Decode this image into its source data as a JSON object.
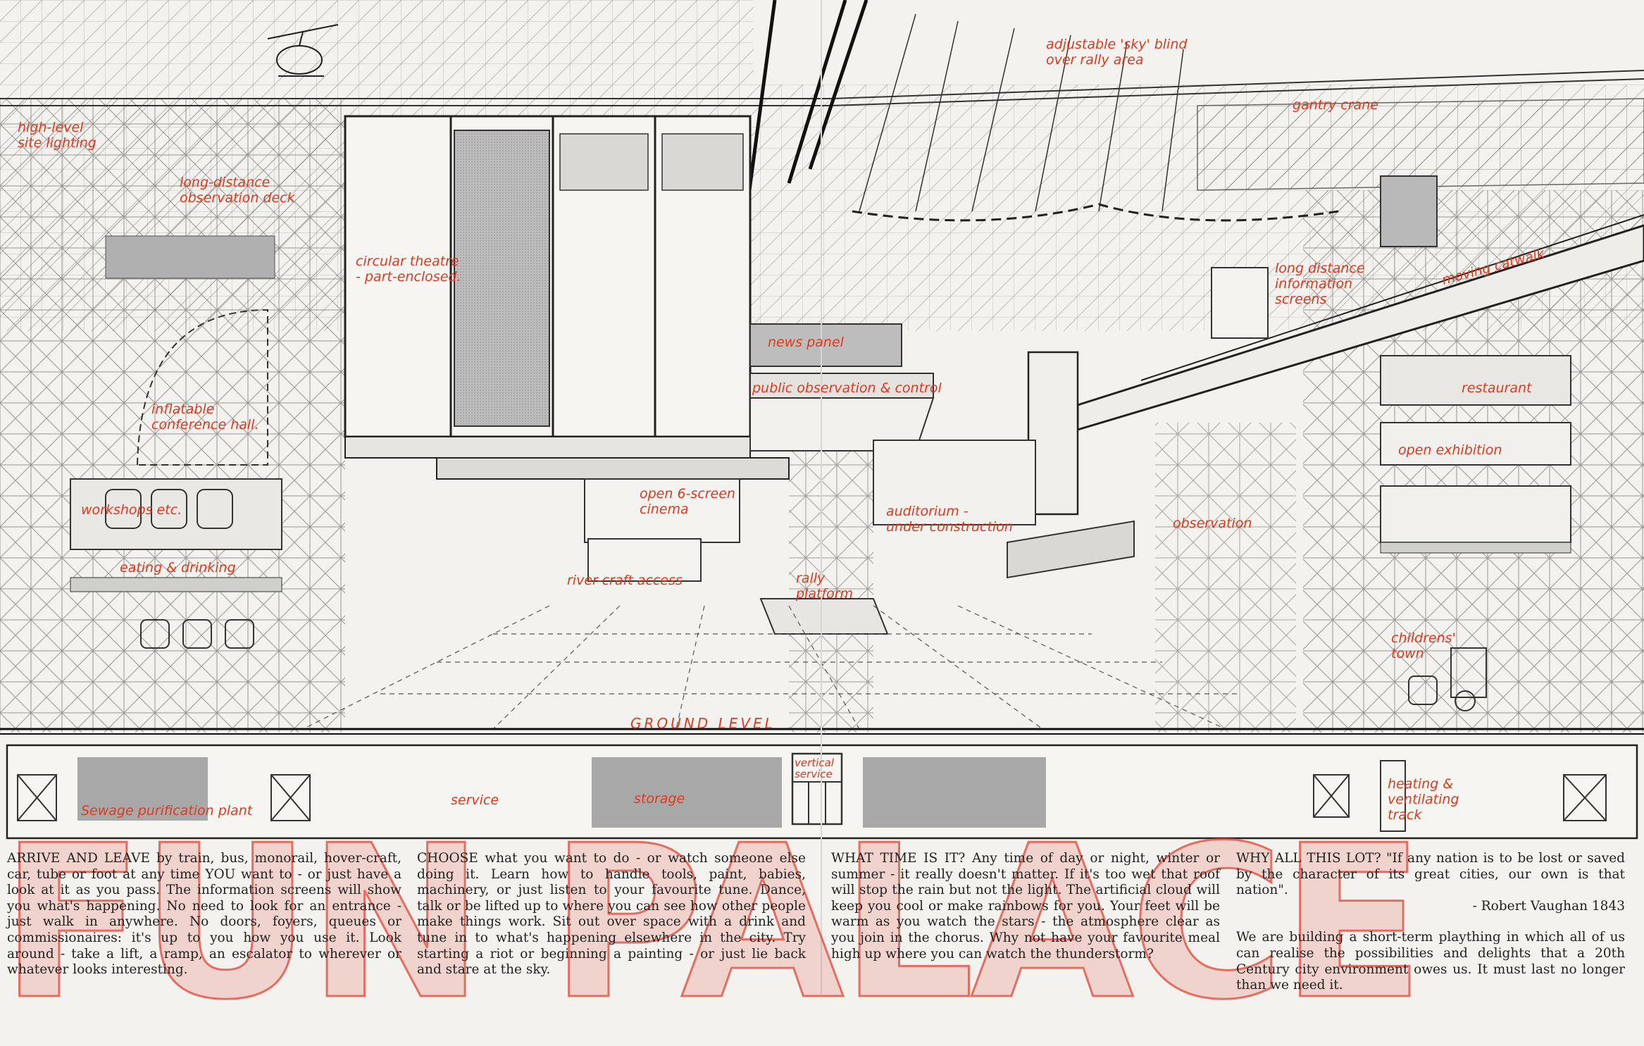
{
  "annotations": {
    "high_level_site_lighting": "high-level\nsite lighting",
    "long_distance_observation_deck": "long-distance\nobservation deck",
    "circular_theatre": "circular theatre\n- part-enclosed.",
    "adjustable_sky_blind": "adjustable 'sky' blind\nover rally area",
    "gantry_crane": "gantry crane",
    "moving_catwalk": "moving catwalk",
    "long_distance_information_screens": "long distance\ninformation\nscreens",
    "news_panel": "news panel",
    "public_observation_control": "public observation & control",
    "restaurant": "restaurant",
    "inflatable_conference_hall": "inflatable\nconference hall.",
    "workshops_etc": "workshops etc.",
    "open_exhibition": "open exhibition",
    "open_6_screen_cinema": "open 6-screen\ncinema",
    "auditorium_under_construction": "auditorium -\nunder construction",
    "observation": "observation",
    "eating_drinking": "eating & drinking",
    "river_craft_access": "river-craft access",
    "rally_platform": "rally\nplatform",
    "childrens_town": "childrens'\ntown",
    "ground_level": "GROUND LEVEL",
    "vertical_service": "vertical\nservice",
    "sewage_purification_plant": "Sewage purification plant",
    "service": "service",
    "storage": "storage",
    "heating_ventilating_track": "heating &\nventilating\ntrack"
  },
  "text": {
    "col1": "ARRIVE AND LEAVE by train, bus, monorail, hover-craft, car, tube or foot at any time YOU want to - or just have a look at it as you pass. The information screens will show you what's happening. No need to look for an entrance - just walk in anywhere. No doors, foyers, queues or commissionaires: it's up to you how you use it. Look around - take a lift, a ramp, an escalator to wherever or whatever looks interesting.",
    "col2": "CHOOSE what you want to do - or watch someone else doing it. Learn how to handle tools, paint, babies, machinery, or just listen to your favourite tune. Dance, talk or be lifted up to where you can see how other people make things work. Sit out over space with a drink and tune in to what's happening elsewhere in the city. Try starting a riot or beginning a painting - or just lie back and stare at the sky.",
    "col3": "WHAT TIME IS IT? Any time of day or night, winter or summer - it really doesn't matter. If it's too wet that roof will stop the rain but not the light. The artificial cloud will keep you cool or make rainbows for you. Your feet will be warm as you watch the stars - the atmosphere clear as you join in the chorus. Why not have your favourite meal high up where you can watch the thunderstorm?",
    "col4_quote": "WHY ALL THIS LOT? \"If any nation is to be lost or saved by the character of its great cities, our own is that nation\".",
    "col4_attrib": "- Robert Vaughan 1843",
    "col4_body": "We are building a short-term plaything in which all of us can realise the possibilities and delights that a 20th Century city environment owes us. It must last no longer than we need it."
  },
  "big_lettering": "FUN PALACE",
  "colors": {
    "annotation": "#e0391f",
    "paper": "#f3f2ee",
    "ink": "#2a2a2a",
    "tone": "#a9a9a9"
  }
}
